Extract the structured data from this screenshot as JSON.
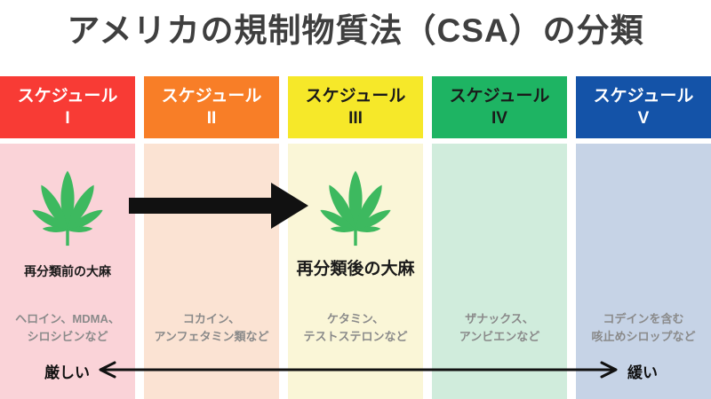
{
  "title": "アメリカの規制物質法（CSA）の分類",
  "columns": [
    {
      "header": {
        "line1": "スケジュール",
        "line2": "I"
      },
      "header_bg": "#F83B35",
      "header_text_color": "#FFFFFF",
      "body_bg": "#FAD3D8",
      "drugs": {
        "line1": "ヘロイン、MDMA、",
        "line2": "シロシビンなど"
      }
    },
    {
      "header": {
        "line1": "スケジュール",
        "line2": "II"
      },
      "header_bg": "#F87E27",
      "header_text_color": "#FFFFFF",
      "body_bg": "#FBE3D3",
      "drugs": {
        "line1": "コカイン、",
        "line2": "アンフェタミン類など"
      }
    },
    {
      "header": {
        "line1": "スケジュール",
        "line2": "III"
      },
      "header_bg": "#F6E829",
      "header_text_color": "#1A1A1A",
      "body_bg": "#FAF6D7",
      "drugs": {
        "line1": "ケタミン、",
        "line2": "テストステロンなど"
      }
    },
    {
      "header": {
        "line1": "スケジュール",
        "line2": "IV"
      },
      "header_bg": "#1EB463",
      "header_text_color": "#1A1A1A",
      "body_bg": "#D0ECDC",
      "drugs": {
        "line1": "ザナックス、",
        "line2": "アンビエンなど"
      }
    },
    {
      "header": {
        "line1": "スケジュール",
        "line2": "V"
      },
      "header_bg": "#1453A8",
      "header_text_color": "#FFFFFF",
      "body_bg": "#C6D3E6",
      "drugs": {
        "line1": "コデインを含む",
        "line2": "咳止めシロップなど"
      }
    }
  ],
  "leaf": {
    "color": "#3DB95F",
    "caption_before": "再分類前の大麻",
    "caption_after": "再分類後の大麻"
  },
  "reclassification_arrow_color": "#111111",
  "severity_scale": {
    "left_label": "厳しい",
    "right_label": "緩い",
    "line_color": "#111111"
  }
}
